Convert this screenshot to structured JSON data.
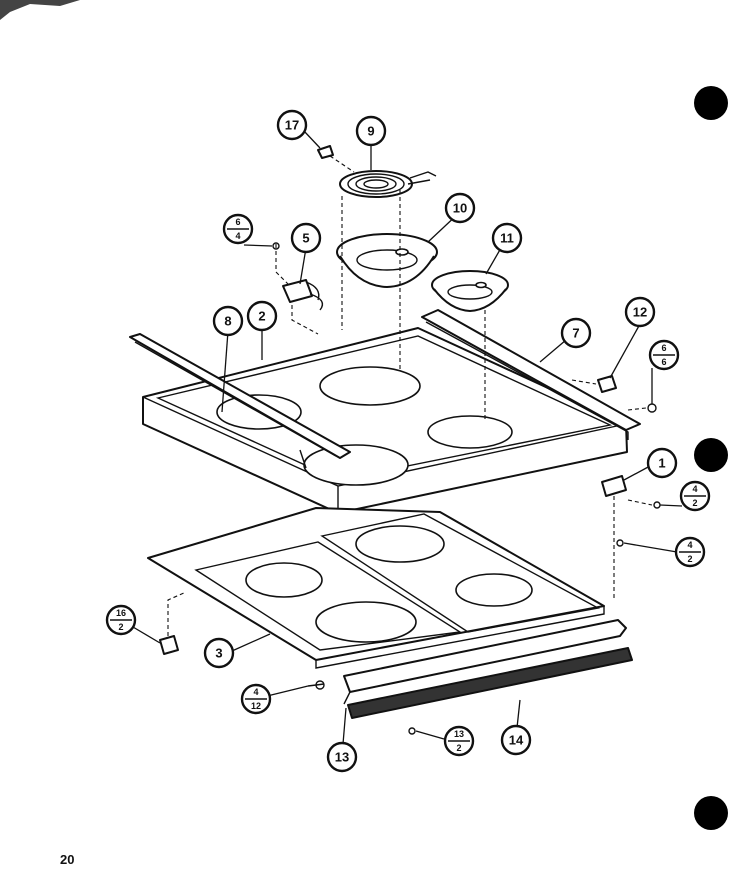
{
  "page_number": "20",
  "callouts": [
    {
      "id": "17",
      "label": "17"
    },
    {
      "id": "9",
      "label": "9"
    },
    {
      "id": "10",
      "label": "10"
    },
    {
      "id": "11",
      "label": "11"
    },
    {
      "id": "5",
      "label": "5"
    },
    {
      "id": "8",
      "label": "8"
    },
    {
      "id": "2",
      "label": "2"
    },
    {
      "id": "7",
      "label": "7"
    },
    {
      "id": "12",
      "label": "12"
    },
    {
      "id": "1",
      "label": "1"
    },
    {
      "id": "3",
      "label": "3"
    },
    {
      "id": "14",
      "label": "14"
    },
    {
      "id": "13",
      "label": "13"
    }
  ],
  "fraction_callouts": [
    {
      "id": "f-6-4",
      "top": "6",
      "bottom": "4"
    },
    {
      "id": "f-6-6",
      "top": "6",
      "bottom": "6"
    },
    {
      "id": "f-4-2-a",
      "top": "4",
      "bottom": "2"
    },
    {
      "id": "f-4-2-b",
      "top": "4",
      "bottom": "2"
    },
    {
      "id": "f-16-2",
      "top": "16",
      "bottom": "2"
    },
    {
      "id": "f-4-12",
      "top": "4",
      "bottom": "12"
    },
    {
      "id": "f-13-2",
      "top": "13",
      "bottom": "2"
    }
  ]
}
